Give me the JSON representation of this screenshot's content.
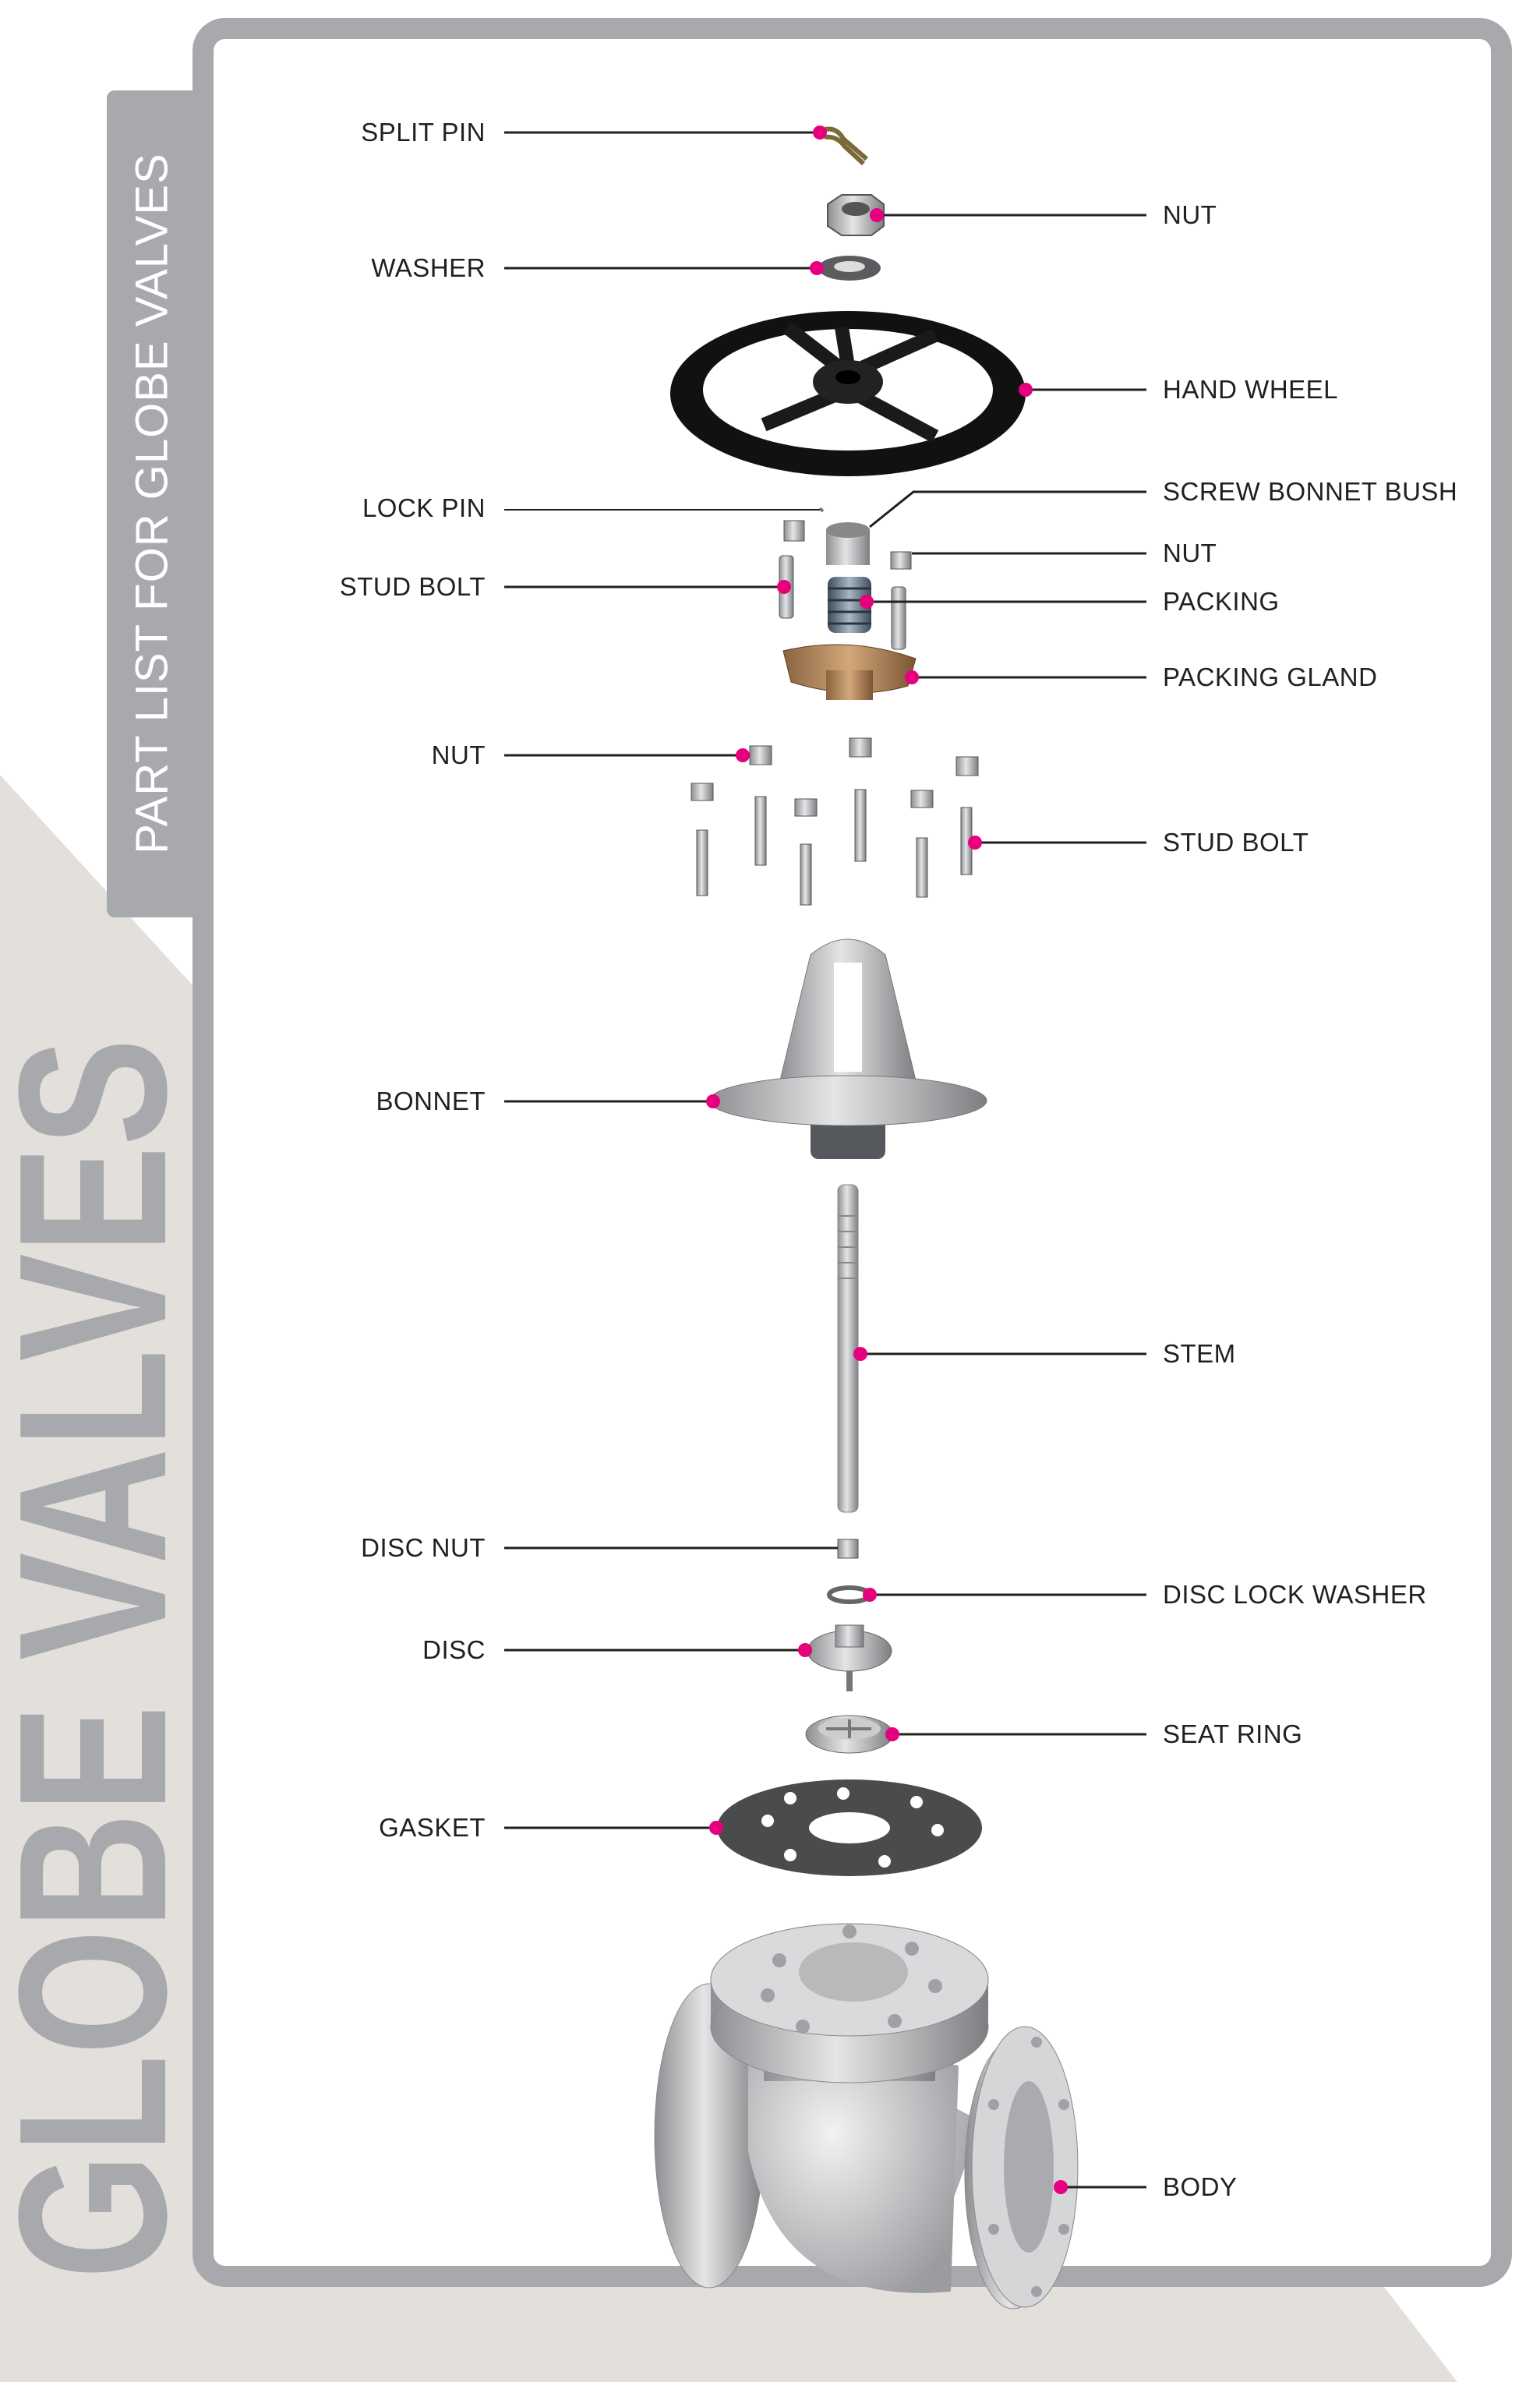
{
  "side_tab": {
    "title": "PART LIST FOR GLOBE VALVES"
  },
  "watermark": {
    "title": "GLOBE VALVES"
  },
  "colors": {
    "frame": "#a7a9ac",
    "background_band": "#e3e0dc",
    "leader_dot": "#e6007e",
    "text": "#231f20"
  },
  "labels_left": [
    "SPLIT PIN",
    "WASHER",
    "LOCK PIN",
    "STUD BOLT",
    "NUT",
    "BONNET",
    "DISC NUT",
    "DISC",
    "GASKET"
  ],
  "labels_right": [
    "NUT",
    "HAND WHEEL",
    "SCREW BONNET BUSH",
    "NUT",
    "PACKING",
    "PACKING GLAND",
    "STUD BOLT",
    "STEM",
    "DISC LOCK WASHER",
    "SEAT RING",
    "BODY"
  ]
}
